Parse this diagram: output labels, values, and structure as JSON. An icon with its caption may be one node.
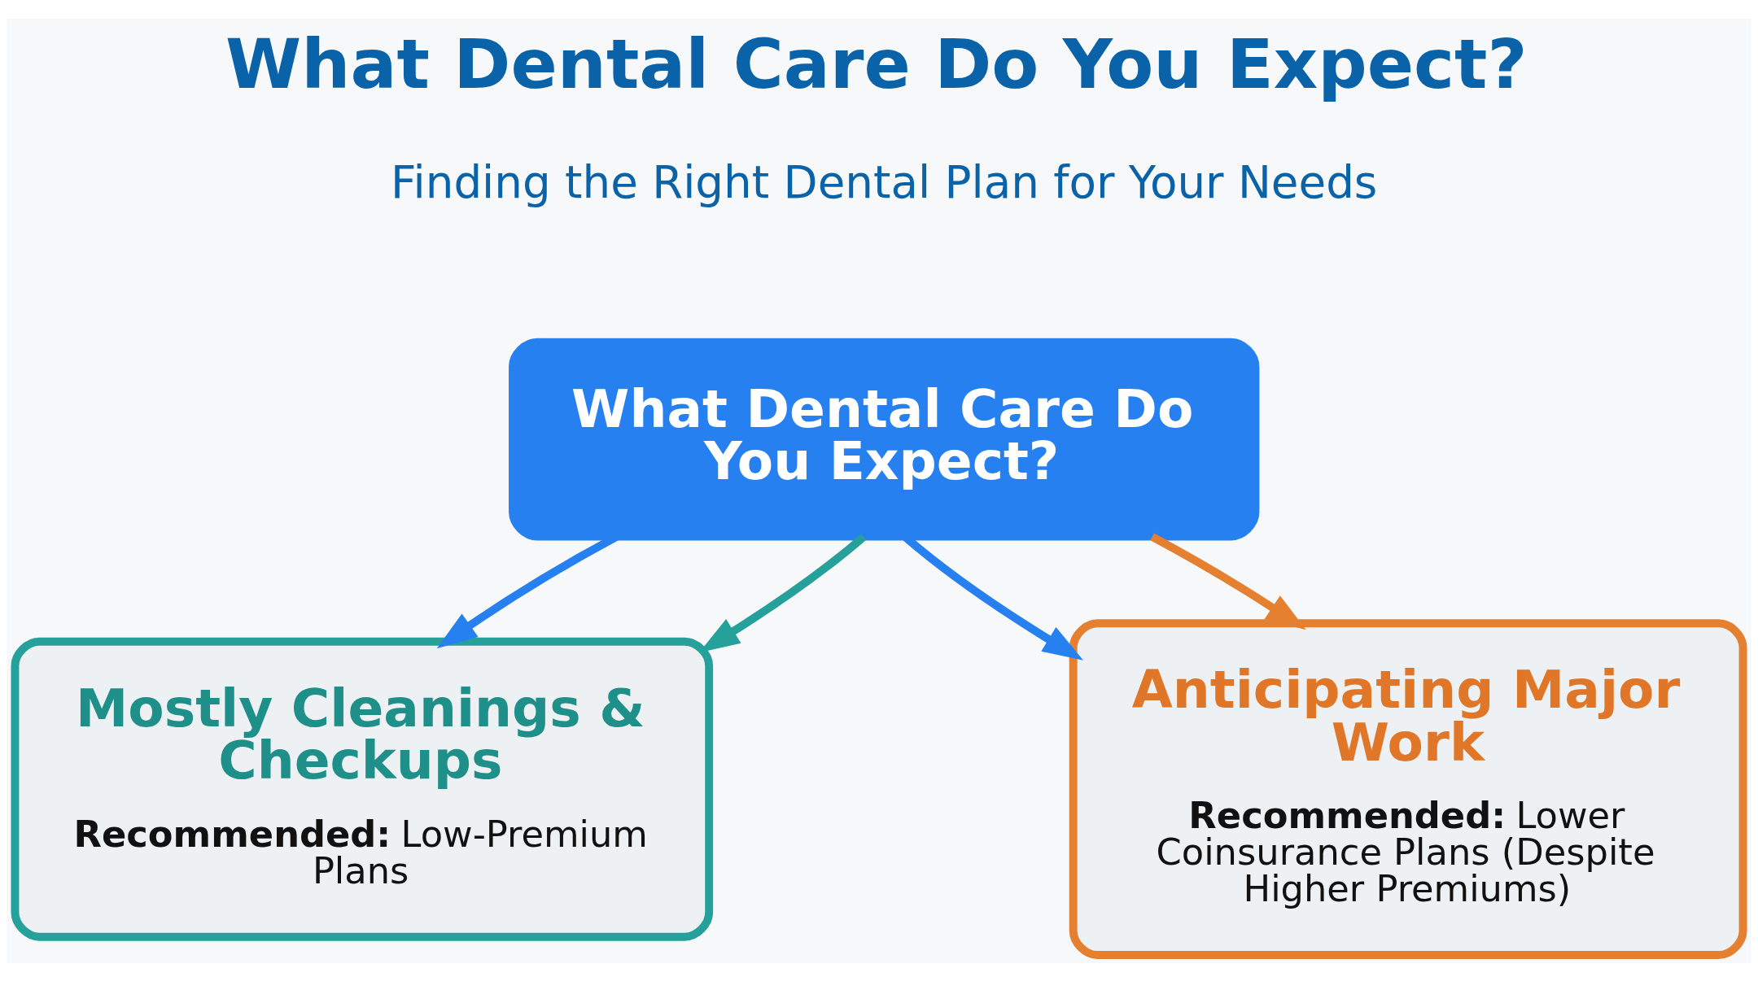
{
  "diagram": {
    "title": "What Dental Care Do You Expect?",
    "nodes": [
      {
        "text": [
          "What Dental Care Do You Expect?"
        ]
      },
      {
        "text": [
          "Mostly Cleanings & Checkups",
          "**Recommended:** Low-Premium Plans"
        ]
      },
      {
        "text": [
          "Anticipating Major Work",
          "**Recommended:** Lower Coinsurance Plans (Despite Higher Premiums)"
        ]
      }
    ],
    "edges": [
      {
        "from": 0,
        "to": 1,
        "arrow": "to"
      },
      {
        "from": 0,
        "to": 2,
        "arrow": "to"
      },
      {
        "from": 0,
        "to": 1,
        "arrow": "to",
        "color": "#26a09a"
      },
      {
        "from": 0,
        "to": 2,
        "arrow": "to",
        "color": "#e58030"
      }
    ],
    "labels": [
      "Finding the Right Dental Plan for Your Needs"
    ]
  }
}
